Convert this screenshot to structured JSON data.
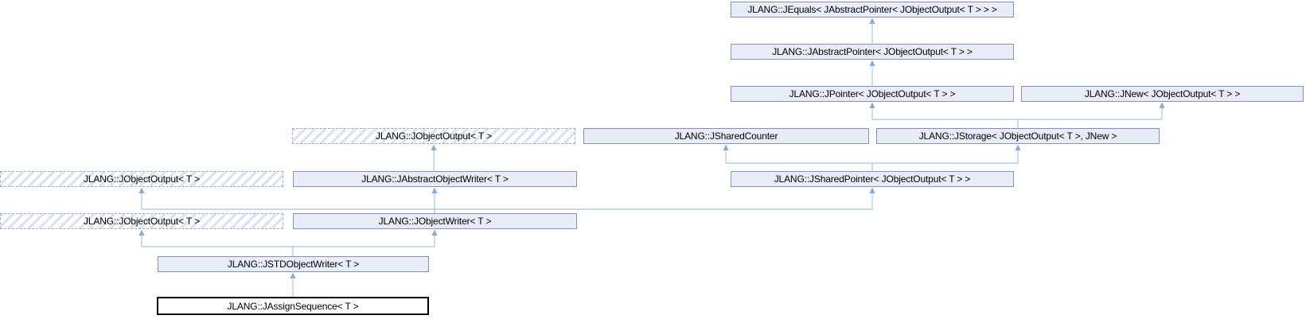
{
  "diagram": {
    "kind": "class-inheritance-diagram",
    "nodes": [
      {
        "id": "jequals",
        "label": "JLANG::JEquals< JAbstractPointer< JObjectOutput< T > > >",
        "style": "solid"
      },
      {
        "id": "jabstractpointer",
        "label": "JLANG::JAbstractPointer< JObjectOutput< T > >",
        "style": "solid"
      },
      {
        "id": "jpointer",
        "label": "JLANG::JPointer< JObjectOutput< T > >",
        "style": "solid"
      },
      {
        "id": "jnew",
        "label": "JLANG::JNew< JObjectOutput< T > >",
        "style": "solid"
      },
      {
        "id": "jobjectoutput-a",
        "label": "JLANG::JObjectOutput< T >",
        "style": "dashed"
      },
      {
        "id": "jsharedcounter",
        "label": "JLANG::JSharedCounter",
        "style": "solid"
      },
      {
        "id": "jstorage",
        "label": "JLANG::JStorage< JObjectOutput< T >, JNew >",
        "style": "solid"
      },
      {
        "id": "jobjectoutput-b",
        "label": "JLANG::JObjectOutput< T >",
        "style": "dashed"
      },
      {
        "id": "jabstractobjectwriter",
        "label": "JLANG::JAbstractObjectWriter< T >",
        "style": "solid"
      },
      {
        "id": "jsharedpointer",
        "label": "JLANG::JSharedPointer< JObjectOutput< T > >",
        "style": "solid"
      },
      {
        "id": "jobjectoutput-c",
        "label": "JLANG::JObjectOutput< T >",
        "style": "dashed"
      },
      {
        "id": "jobjectwriter",
        "label": "JLANG::JObjectWriter< T >",
        "style": "solid"
      },
      {
        "id": "jstdobjectwriter",
        "label": "JLANG::JSTDObjectWriter< T >",
        "style": "solid"
      },
      {
        "id": "jassignsequence",
        "label": "JLANG::JAssignSequence< T >",
        "style": "current"
      }
    ],
    "edges": [
      {
        "from": "jabstractpointer",
        "to": "jequals"
      },
      {
        "from": "jpointer",
        "to": "jabstractpointer"
      },
      {
        "from": "jstorage",
        "to": "jpointer"
      },
      {
        "from": "jstorage",
        "to": "jnew"
      },
      {
        "from": "jsharedpointer",
        "to": "jsharedcounter"
      },
      {
        "from": "jsharedpointer",
        "to": "jstorage"
      },
      {
        "from": "jabstractobjectwriter",
        "to": "jobjectoutput-a"
      },
      {
        "from": "jobjectwriter",
        "to": "jabstractobjectwriter"
      },
      {
        "from": "jobjectwriter",
        "to": "jobjectoutput-b"
      },
      {
        "from": "jobjectwriter",
        "to": "jsharedpointer"
      },
      {
        "from": "jstdobjectwriter",
        "to": "jobjectoutput-c"
      },
      {
        "from": "jstdobjectwriter",
        "to": "jobjectwriter"
      },
      {
        "from": "jassignsequence",
        "to": "jstdobjectwriter"
      }
    ],
    "colors": {
      "box_fill": "#e8ecf7",
      "box_border": "#8290bb",
      "dashed_border": "#93aecf",
      "hatch_stripe": "#dce3f1",
      "current_border": "#000000",
      "current_fill": "#ffffff",
      "edge_line": "#a5c8e2",
      "arrow_fill": "#86aed3",
      "text": "#000000",
      "background": "#ffffff"
    }
  }
}
